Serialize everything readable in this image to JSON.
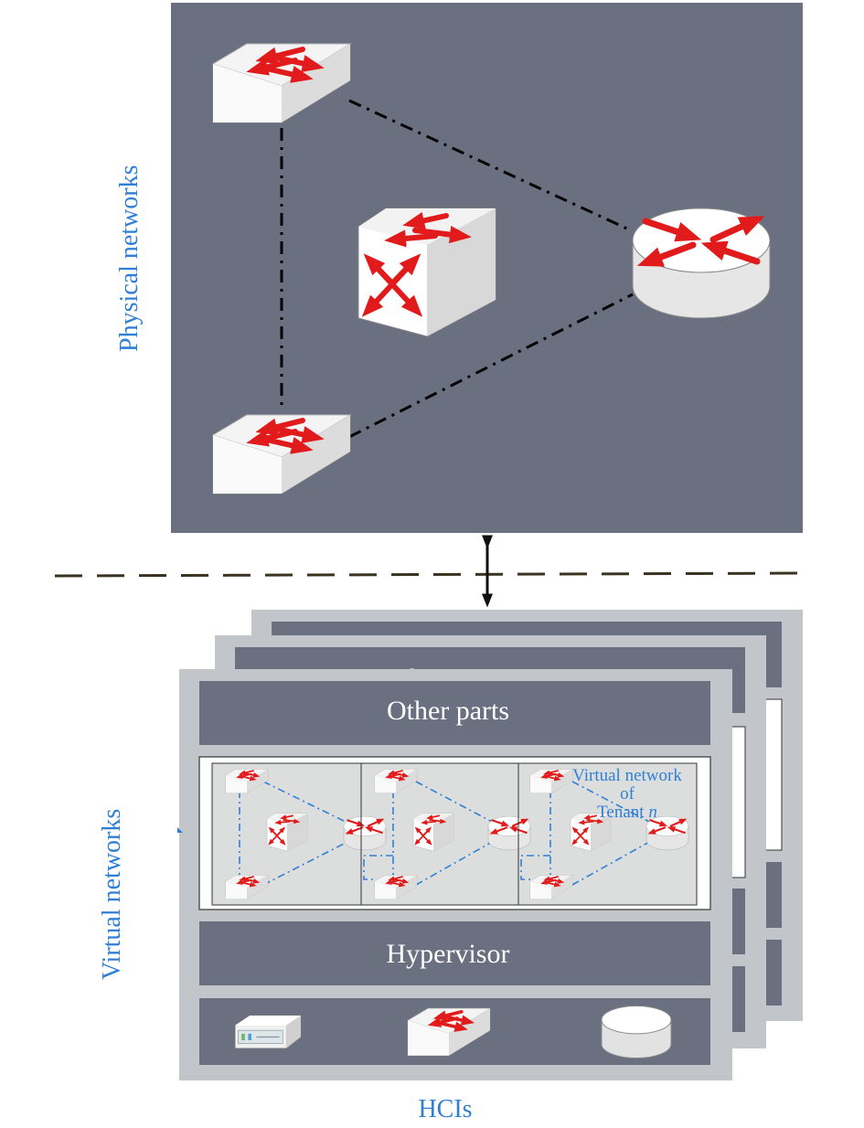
{
  "labels": {
    "physical_networks": "Physical networks",
    "virtual_networks": "Virtual networks",
    "hcis": "HCIs",
    "other_parts": "Other parts",
    "hypervisor": "Hypervisor",
    "back_layer_partial": "Oth",
    "tenant_line1": "Virtual network",
    "tenant_line2": "of",
    "tenant_line3": "Tenant",
    "tenant_n": "n"
  },
  "colors": {
    "panel": "#6b7080",
    "frame": "#c2c6ca",
    "inner_panel": "#dcdedd",
    "arrow": "#e11b1b",
    "label_blue": "#2f7fd6",
    "dashed_divider": "#3b3322"
  },
  "icons": {
    "physical": [
      "switch-icon",
      "core-switch-icon",
      "router-icon",
      "switch-icon"
    ],
    "hardware": [
      "server-icon",
      "switch-icon",
      "storage-icon"
    ]
  }
}
